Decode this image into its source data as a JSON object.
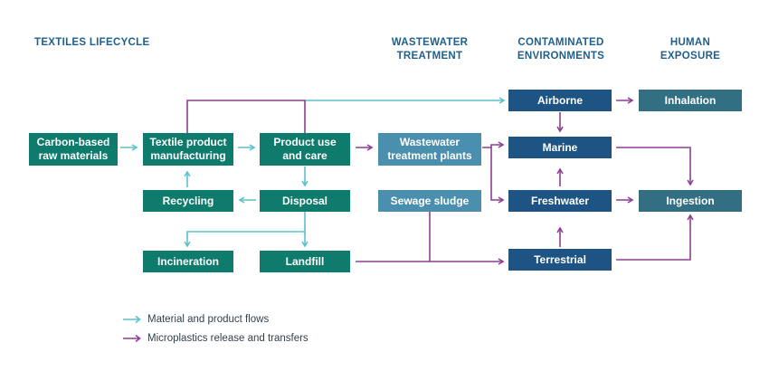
{
  "headers": {
    "textiles_lifecycle": "TEXTILES LIFECYCLE",
    "wastewater_treatment": "WASTEWATER\nTREATMENT",
    "contaminated_environments": "CONTAMINATED\nENVIRONMENTS",
    "human_exposure": "HUMAN\nEXPOSURE"
  },
  "nodes": {
    "raw_materials": "Carbon-based\nraw materials",
    "manufacturing": "Textile product\nmanufacturing",
    "use_care": "Product use\nand care",
    "recycling": "Recycling",
    "disposal": "Disposal",
    "incineration": "Incineration",
    "landfill": "Landfill",
    "wwtp": "Wastewater\ntreatment plants",
    "sewage_sludge": "Sewage sludge",
    "airborne": "Airborne",
    "marine": "Marine",
    "freshwater": "Freshwater",
    "terrestrial": "Terrestrial",
    "inhalation": "Inhalation",
    "ingestion": "Ingestion"
  },
  "legend": {
    "material_flows": "Material and product flows",
    "microplastics": "Microplastics release and transfers"
  },
  "colors": {
    "material_flow": "#5bc2c7",
    "microplastic_flow": "#8e3f92",
    "teal_box": "#0e7b6d",
    "treatment_box": "#4a8fad",
    "environment_box": "#1e5483",
    "exposure_box": "#336f83"
  }
}
